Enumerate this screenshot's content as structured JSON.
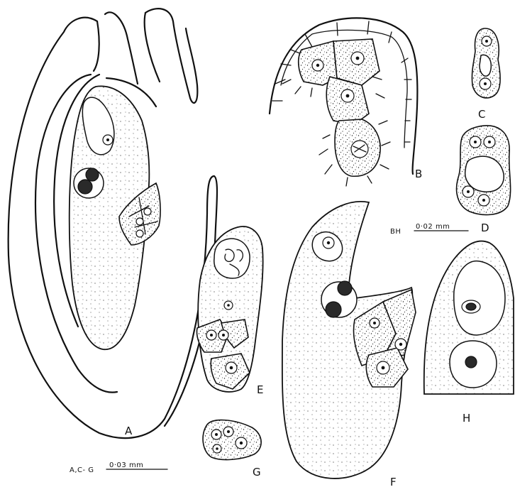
{
  "figure": {
    "panels": {
      "A": "A",
      "B": "B",
      "C": "C",
      "D": "D",
      "E": "E",
      "F": "F",
      "G": "G",
      "H": "H"
    },
    "scale_bars": {
      "ac_g": "A,C- G",
      "ac_g_value": "0·03 mm",
      "bh": "BH",
      "bh_value": "0·02 mm"
    }
  }
}
